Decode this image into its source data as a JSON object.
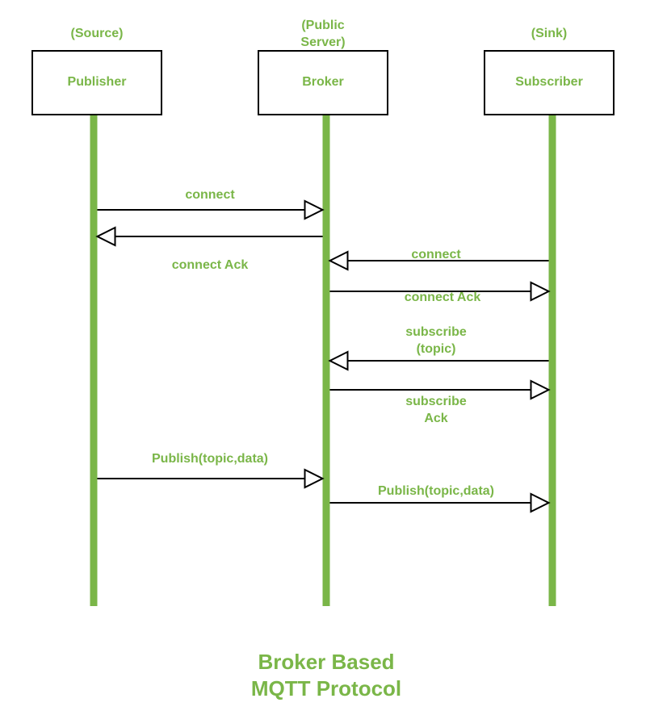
{
  "colors": {
    "accent": "#7ab648",
    "line": "#000000",
    "background": "#ffffff"
  },
  "participants": [
    {
      "id": "publisher",
      "name": "Publisher",
      "role": [
        "(Source)"
      ]
    },
    {
      "id": "broker",
      "name": "Broker",
      "role": [
        "(Public",
        "Server)"
      ]
    },
    {
      "id": "subscriber",
      "name": "Subscriber",
      "role": [
        "(Sink)"
      ]
    }
  ],
  "messages": [
    {
      "from": "publisher",
      "to": "broker",
      "label": [
        "connect"
      ],
      "label_position": "above"
    },
    {
      "from": "broker",
      "to": "publisher",
      "label": [
        "connect Ack"
      ],
      "label_position": "below"
    },
    {
      "from": "subscriber",
      "to": "broker",
      "label": [
        "connect"
      ],
      "label_position": "above"
    },
    {
      "from": "broker",
      "to": "subscriber",
      "label": [
        "connect Ack"
      ],
      "label_position": "below"
    },
    {
      "from": "subscriber",
      "to": "broker",
      "label": [
        "subscribe",
        "(topic)"
      ],
      "label_position": "above"
    },
    {
      "from": "broker",
      "to": "subscriber",
      "label": [
        "subscribe",
        "Ack"
      ],
      "label_position": "below"
    },
    {
      "from": "publisher",
      "to": "broker",
      "label": [
        "Publish(topic,data)"
      ],
      "label_position": "above"
    },
    {
      "from": "broker",
      "to": "subscriber",
      "label": [
        "Publish(topic,data)"
      ],
      "label_position": "above"
    }
  ],
  "title": [
    "Broker Based",
    "MQTT Protocol"
  ]
}
